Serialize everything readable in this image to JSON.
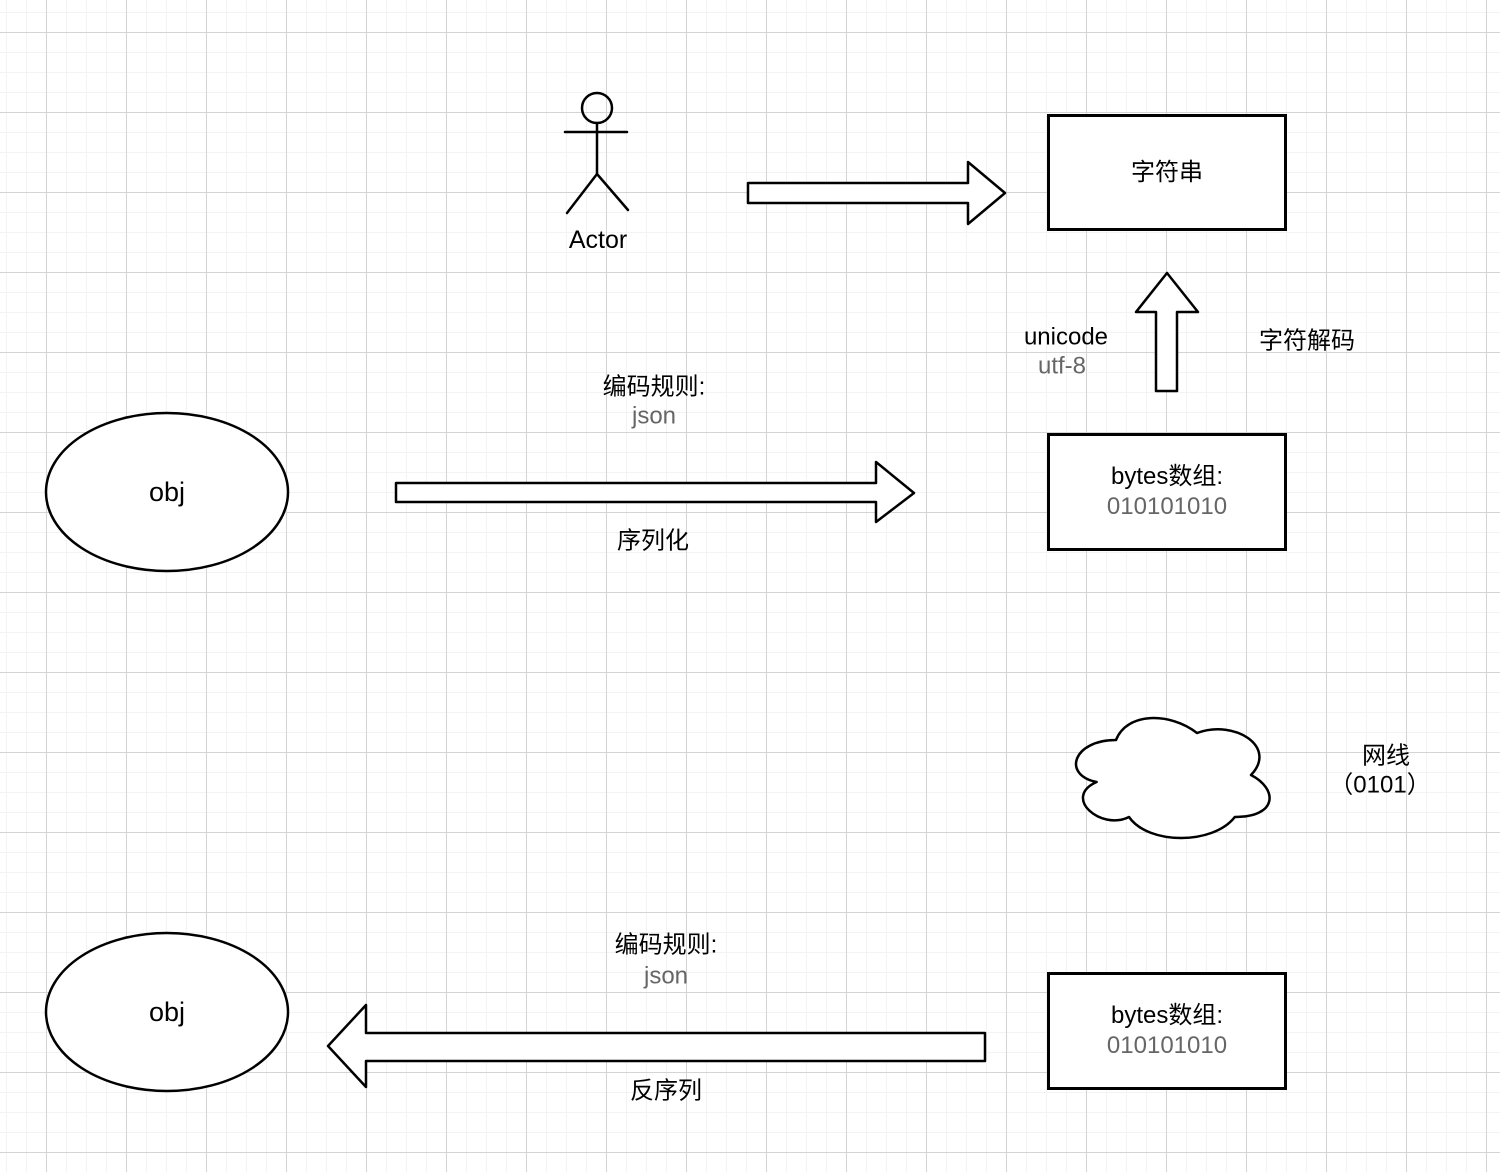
{
  "diagram": {
    "actor": {
      "label": "Actor"
    },
    "string_box": {
      "label": "字符串"
    },
    "decode": {
      "left_line1": "unicode",
      "left_line2": "utf-8",
      "right_label": "字符解码"
    },
    "serialize": {
      "rule_label": "编码规则:",
      "rule_value": "json",
      "arrow_label": "序列化"
    },
    "obj_top": {
      "label": "obj"
    },
    "bytes_top": {
      "title": "bytes数组:",
      "value": "010101010"
    },
    "network": {
      "line1": "网线",
      "line2": "（0101）"
    },
    "deserialize": {
      "rule_label": "编码规则:",
      "rule_value": "json",
      "arrow_label": "反序列"
    },
    "bytes_bottom": {
      "title": "bytes数组:",
      "value": "010101010"
    },
    "obj_bottom": {
      "label": "obj"
    }
  },
  "colors": {
    "stroke": "#000000",
    "secondary_text": "#666666",
    "grid_minor": "#f3f3f3",
    "grid_major": "#d4d4d4",
    "background": "#ffffff"
  }
}
